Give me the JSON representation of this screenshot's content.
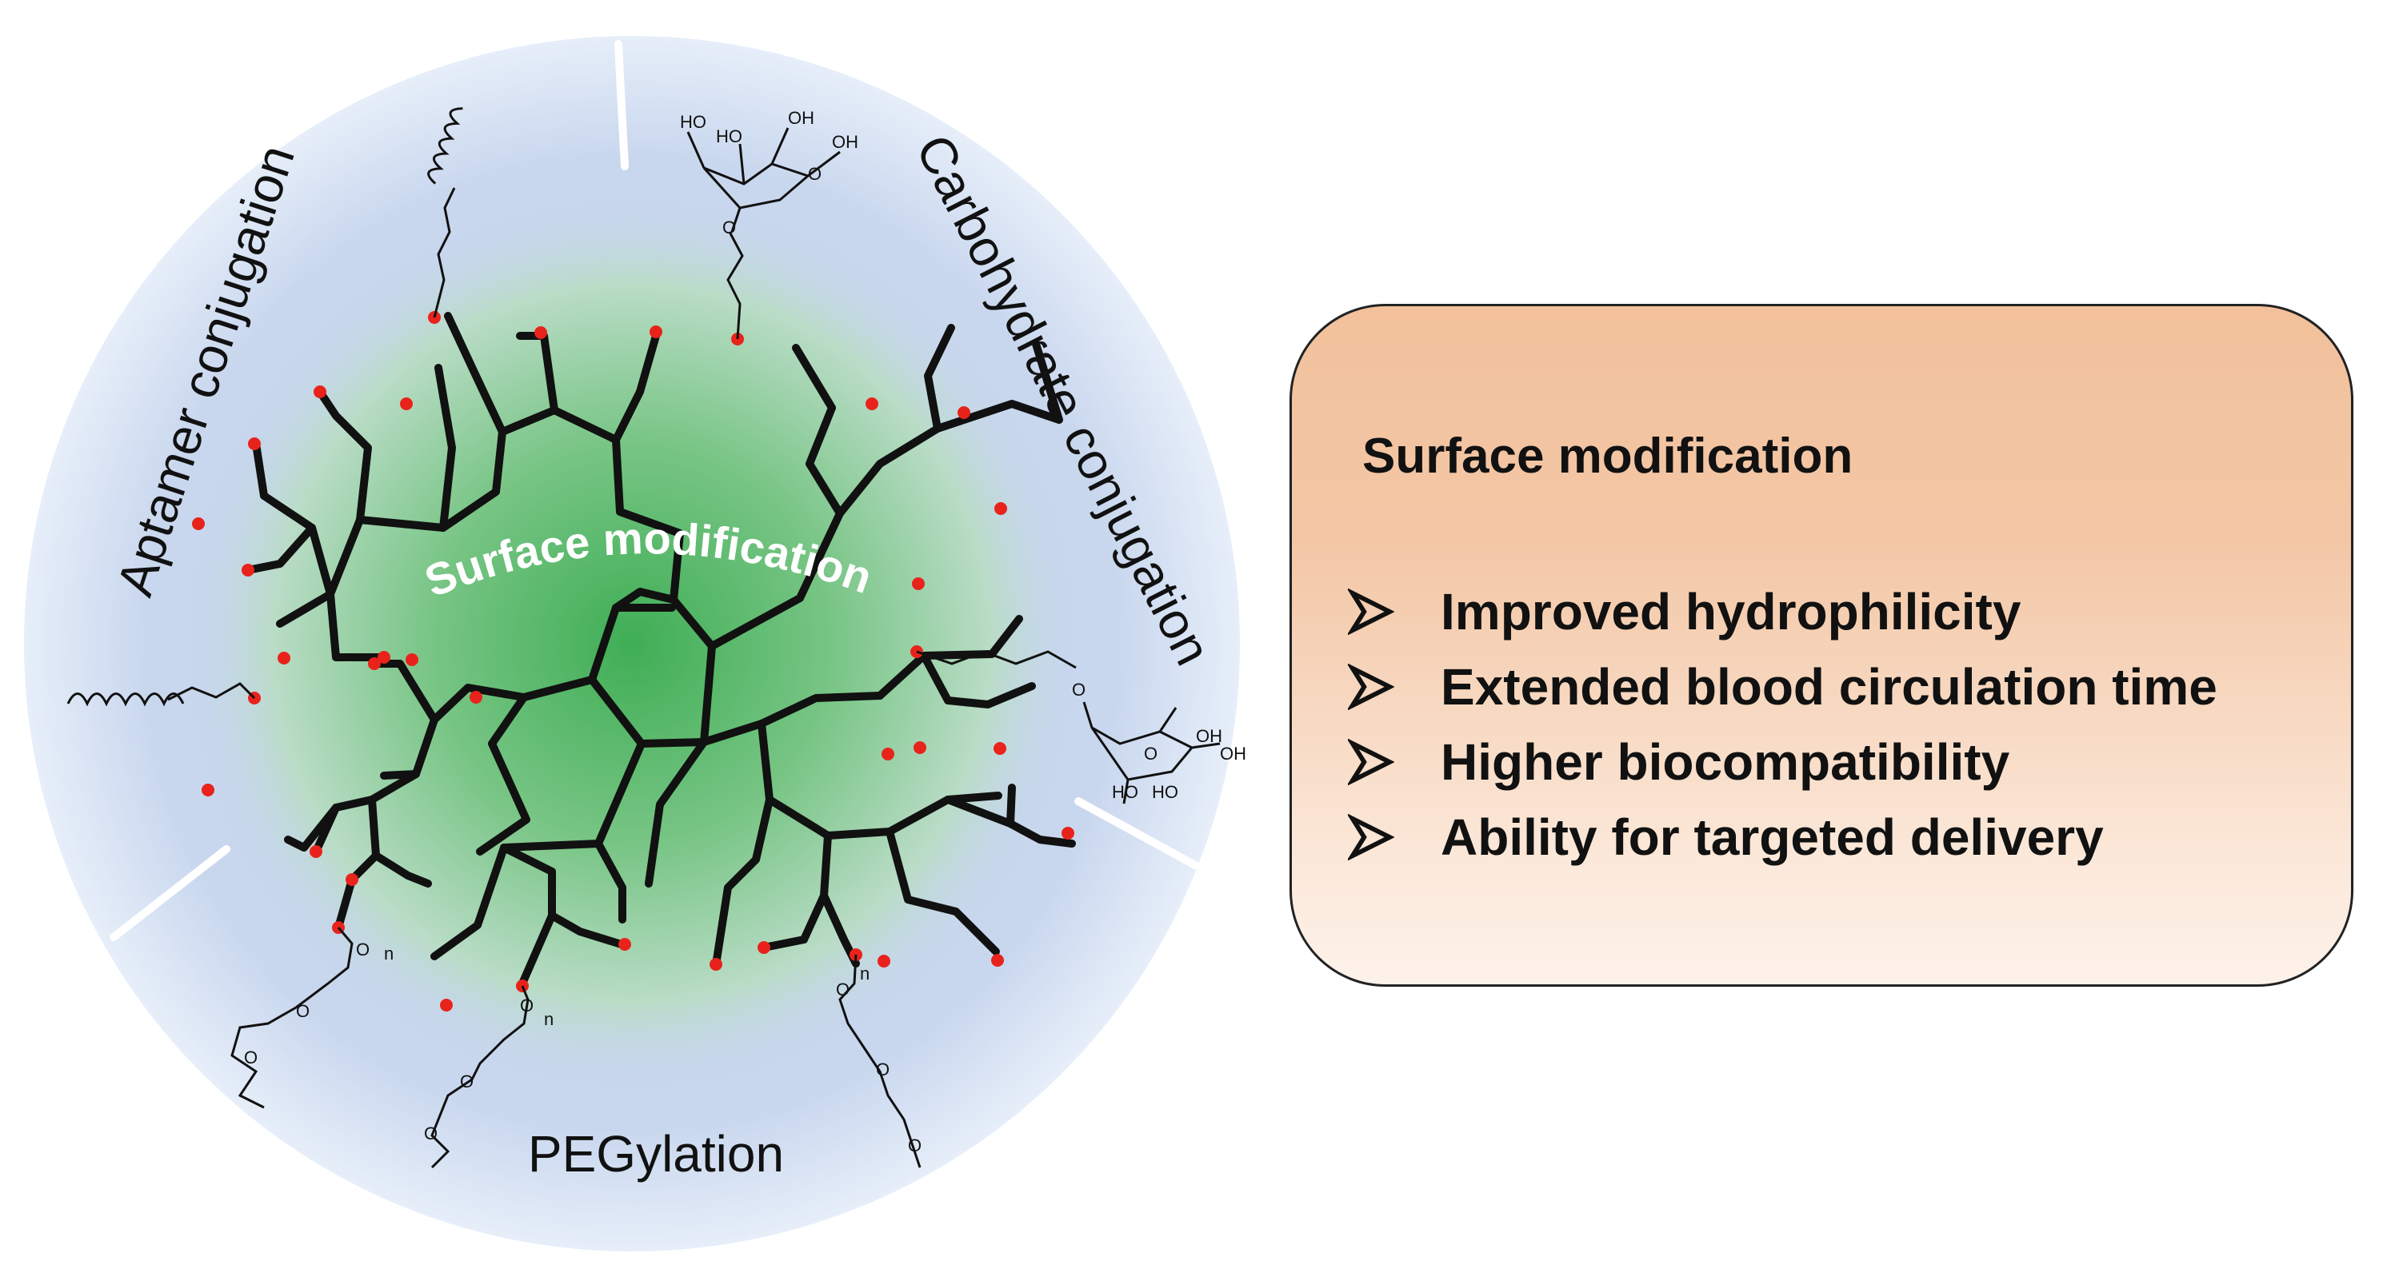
{
  "diagram": {
    "center_label": "Surface modification",
    "sector_labels": {
      "aptamer": "Aptamer conjugation",
      "carbohydrate": "Carbohydrate conjugation",
      "pegylation": "PEGylation"
    },
    "chem_labels": {
      "ho": "HO",
      "oh": "OH",
      "o": "O",
      "n": "n"
    }
  },
  "info_box": {
    "title": "Surface modification",
    "items": [
      "Improved hydrophilicity",
      "Extended blood circulation time",
      "Higher biocompatibility",
      "Ability for targeted delivery"
    ]
  },
  "colors": {
    "core_green": "#3fae55",
    "shell_blue": "#c5d4ec",
    "terminal_red": "#e8231b",
    "box_orange": "#f2c19c"
  },
  "icons": {
    "bullet": "arrowhead-bullet-icon"
  }
}
